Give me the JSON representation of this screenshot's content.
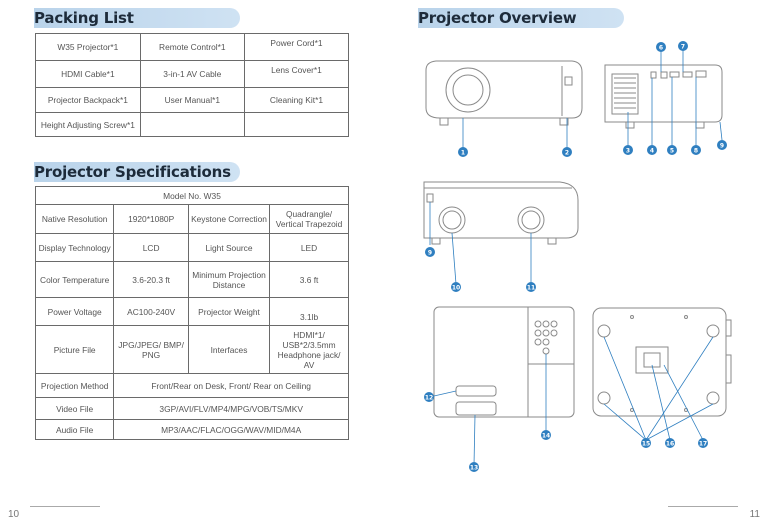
{
  "left": {
    "packing_title": "Packing List",
    "packing_rows": [
      [
        "W35 Projector*1",
        "Remote Control*1",
        "Power Cord*1"
      ],
      [
        "HDMI Cable*1",
        "3-in-1 AV Cable",
        "Lens Cover*1"
      ],
      [
        "Projector Backpack*1",
        "User Manual*1",
        "Cleaning Kit*1"
      ],
      [
        "Height Adjusting Screw*1",
        "",
        ""
      ]
    ],
    "spec_title": "Projector Specifications",
    "model": "Model No. W35",
    "spec_rows": [
      [
        "Native Resolution",
        "1920*1080P",
        "Keystone Correction",
        "Quadrangle/ Vertical Trapezoid"
      ],
      [
        "Display Technology",
        "LCD",
        "Light Source",
        "LED"
      ],
      [
        "Color Temperature",
        "3.6-20.3 ft",
        "Minimum Projection Distance",
        "3.6 ft"
      ],
      [
        "Power Voltage",
        "AC100-240V",
        "Projector Weight",
        "3.1lb"
      ],
      [
        "Picture File",
        "JPG/JPEG/ BMP/ PNG",
        "Interfaces",
        "HDMI*1/ USB*2/3.5mm Headphone jack/ AV"
      ]
    ],
    "spec_wide_rows": [
      [
        "Projection Method",
        "Front/Rear on Desk, Front/ Rear on Ceiling"
      ],
      [
        "Video File",
        "3GP/AVI/FLV/MP4/MPG/VOB/TS/MKV"
      ],
      [
        "Audio File",
        "MP3/AAC/FLAC/OGG/WAV/MID/M4A"
      ]
    ],
    "page_number": "10"
  },
  "right": {
    "overview_title": "Projector Overview",
    "page_number": "11",
    "callouts": [
      "1",
      "2",
      "3",
      "4",
      "5",
      "6",
      "7",
      "8",
      "9",
      "10",
      "11",
      "12",
      "13",
      "14",
      "15",
      "16",
      "17"
    ]
  },
  "colors": {
    "accent": "#2f7fc0",
    "heading_bar": "#cfe2f3"
  }
}
